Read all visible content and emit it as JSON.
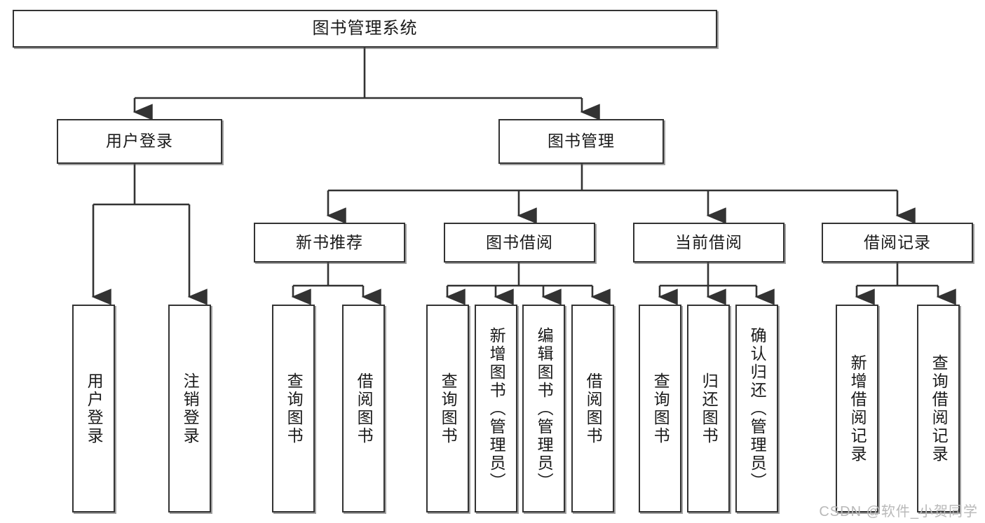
{
  "diagram": {
    "type": "tree-hierarchy",
    "title": "图书管理系统",
    "colors": {
      "box_border": "#333333",
      "box_fill": "#ffffff",
      "edge": "#333333",
      "text": "#1a1a1a",
      "watermark": "#b9b9b9"
    },
    "root": {
      "label": "图书管理系统"
    },
    "level2": [
      {
        "label": "用户登录"
      },
      {
        "label": "图书管理"
      }
    ],
    "level3": [
      {
        "label": "新书推荐"
      },
      {
        "label": "图书借阅"
      },
      {
        "label": "当前借阅"
      },
      {
        "label": "借阅记录"
      }
    ],
    "leaves": {
      "user_login": [
        {
          "label": "用户登录"
        },
        {
          "label": "注销登录"
        }
      ],
      "new_book": [
        {
          "label": "查询图书"
        },
        {
          "label": "借阅图书"
        }
      ],
      "book_borrow": [
        {
          "label": "查询图书"
        },
        {
          "label": "新增图书（管理员）"
        },
        {
          "label": "编辑图书（管理员）"
        },
        {
          "label": "借阅图书"
        }
      ],
      "current_borrow": [
        {
          "label": "查询图书"
        },
        {
          "label": "归还图书"
        },
        {
          "label": "确认归还（管理员）"
        }
      ],
      "borrow_record": [
        {
          "label": "新增借阅记录"
        },
        {
          "label": "查询借阅记录"
        }
      ]
    }
  },
  "watermark": {
    "text": "CSDN @软件_小贺同学"
  }
}
